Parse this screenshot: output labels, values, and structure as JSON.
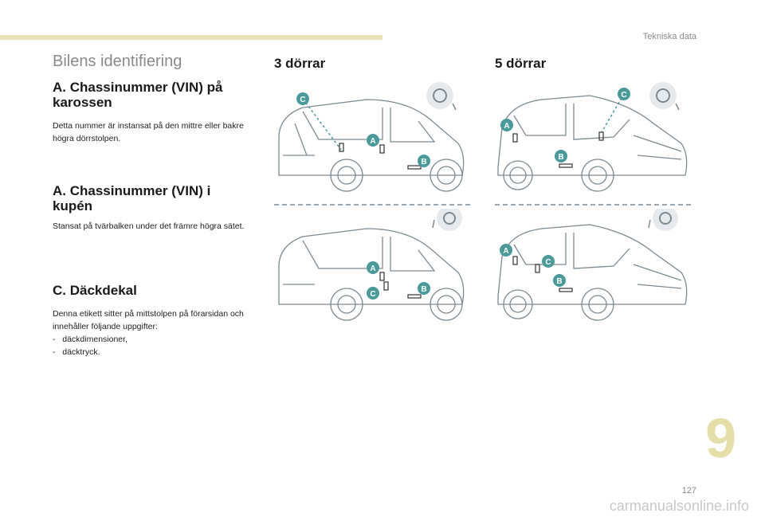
{
  "header": {
    "section_label": "Tekniska data"
  },
  "left": {
    "heading": "Bilens identifiering",
    "blocks": [
      {
        "title": "A. Chassinummer (VIN) på karossen",
        "body": "Detta nummer är instansat på den mittre eller bakre högra dörrstolpen."
      },
      {
        "title": "A. Chassinummer (VIN) i kupén",
        "body": "Stansat på tvärbalken under det främre högra sätet."
      },
      {
        "title": "C. Däckdekal",
        "body": "Denna etikett sitter på mittstolpen på förarsidan och innehåller följande uppgifter:",
        "list": [
          "däckdimensioner,",
          "däcktryck."
        ]
      }
    ]
  },
  "columns": {
    "three_door": "3 dörrar",
    "five_door": "5 dörrar"
  },
  "markers": {
    "a": "A",
    "b": "B",
    "c": "C"
  },
  "colors": {
    "accent": "#4a9a9a",
    "chapter": "#e4dea8",
    "bar": "#e8e2b4"
  },
  "chapter_number": "9",
  "page_number": "127",
  "watermark": "carmanualsonline.info"
}
